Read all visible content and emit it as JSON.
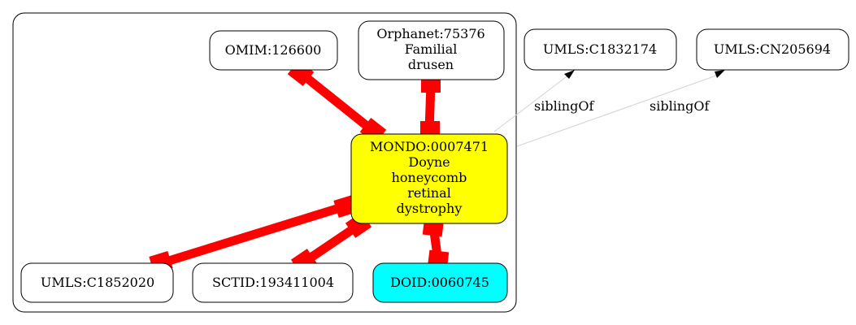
{
  "nodes": {
    "omim": {
      "lines": [
        "OMIM:126600"
      ],
      "fill": "#ffffff"
    },
    "orphanet": {
      "lines": [
        "Orphanet:75376",
        "Familial",
        "drusen"
      ],
      "fill": "#ffffff"
    },
    "umls1": {
      "lines": [
        "UMLS:C1832174"
      ],
      "fill": "#ffffff"
    },
    "umls2": {
      "lines": [
        "UMLS:CN205694"
      ],
      "fill": "#ffffff"
    },
    "mondo": {
      "lines": [
        "MONDO:0007471",
        "Doyne",
        "honeycomb",
        "retinal",
        "dystrophy"
      ],
      "fill": "#ffff00"
    },
    "umls3": {
      "lines": [
        "UMLS:C1852020"
      ],
      "fill": "#ffffff"
    },
    "sctid": {
      "lines": [
        "SCTID:193411004"
      ],
      "fill": "#ffffff"
    },
    "doid": {
      "lines": [
        "DOID:0060745"
      ],
      "fill": "#00ffff"
    }
  },
  "edges": {
    "sibling1_label": "siblingOf",
    "sibling2_label": "siblingOf"
  },
  "colors": {
    "equivalence_edge": "#ff0000",
    "sibling_edge": "#d3d3d3",
    "arrowhead": "#000000"
  }
}
